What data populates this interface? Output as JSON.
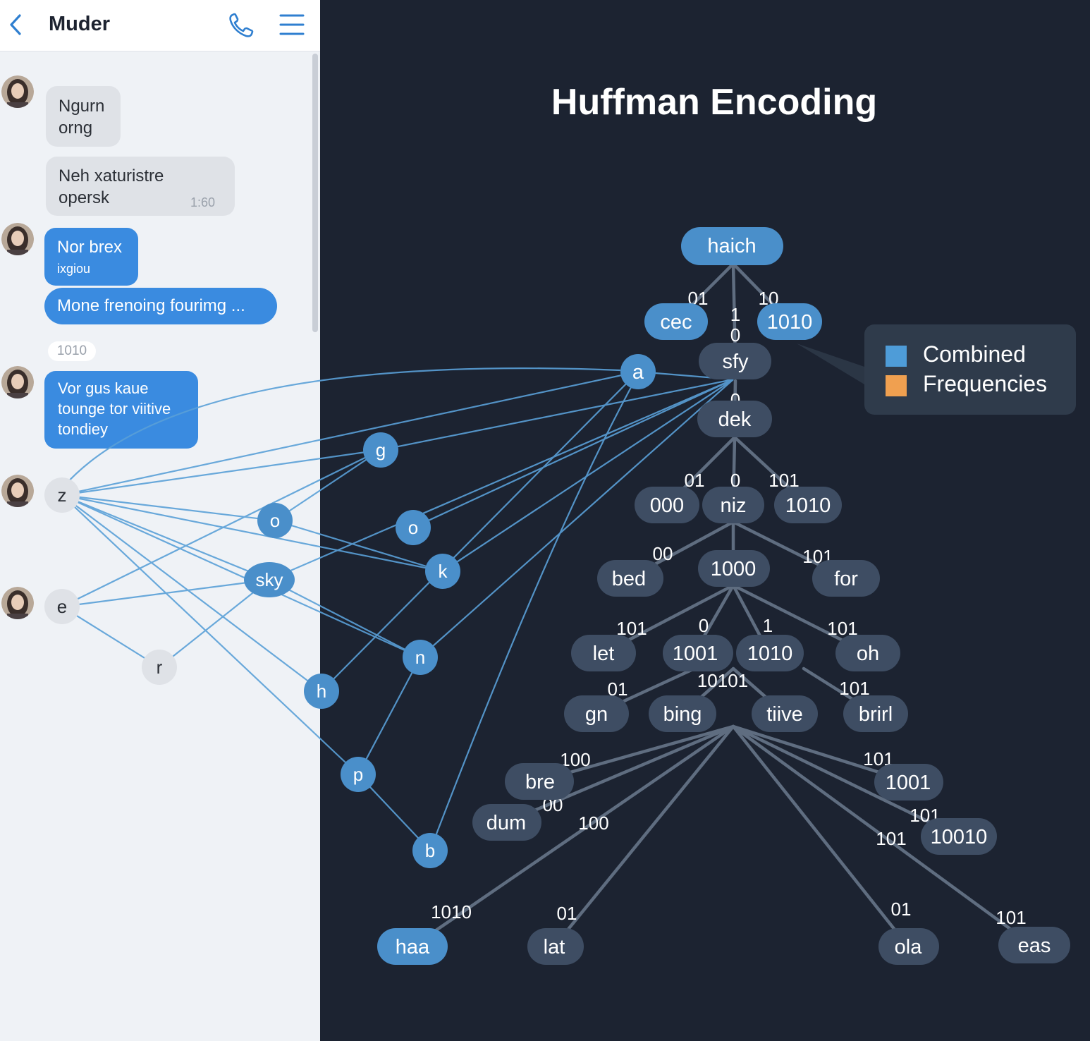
{
  "chat": {
    "contact_name": "Muder",
    "icons": {
      "back": "chevron-left-icon",
      "call": "phone-icon",
      "menu": "menu-icon"
    },
    "messages": [
      {
        "side": "incoming",
        "lines": [
          "Ngurn",
          "orng"
        ]
      },
      {
        "side": "incoming",
        "lines": [
          "Neh xaturistre",
          "opersk"
        ],
        "time": "1:60"
      },
      {
        "side": "incoming-blue",
        "lines": [
          "Nor brex",
          "ixgiou"
        ]
      },
      {
        "side": "incoming-blue",
        "lines": [
          "Mone frenoing fourimg ..."
        ]
      },
      {
        "side": "incoming-blue",
        "lines": [
          "Vor gus kaue",
          "tounge tor viitive",
          "tondiey"
        ]
      }
    ],
    "day_chip": "1010",
    "letter_nodes": [
      "z",
      "e",
      "r"
    ]
  },
  "diagram": {
    "title": "Huffman Encoding",
    "legend": [
      {
        "label": "Combined",
        "color": "#4e9cd8"
      },
      {
        "label": "Frequencies",
        "color": "#f0a050"
      }
    ],
    "nodes": [
      "haich",
      "cec",
      "1010",
      "sfy",
      "a",
      "dek",
      "000",
      "niz",
      "1010",
      "bed",
      "1000",
      "for",
      "let",
      "1001",
      "1010",
      "oh",
      "gn",
      "bing",
      "tiive",
      "brirl",
      "bre",
      "1001",
      "dum",
      "10010",
      "haa",
      "lat",
      "ola",
      "eas",
      "g",
      "o",
      "o",
      "k",
      "sky",
      "n",
      "h",
      "p",
      "b"
    ],
    "edge_labels": [
      "01",
      "10",
      "1",
      "0",
      "0",
      "01",
      "0",
      "101",
      "00",
      "101",
      "101",
      "0",
      "1",
      "101",
      "01",
      "10101",
      "101",
      "100",
      "101",
      "00",
      "101",
      "100",
      "101",
      "1010",
      "01",
      "01",
      "101"
    ]
  }
}
